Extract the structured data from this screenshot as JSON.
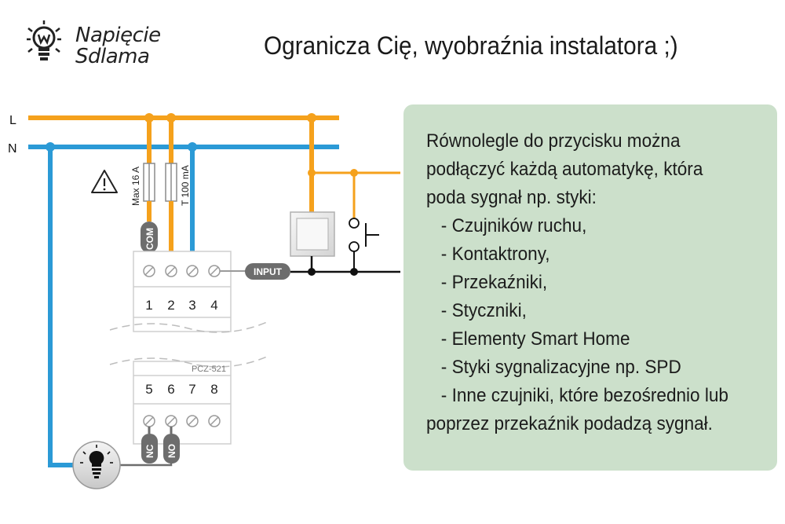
{
  "logo": {
    "line1": "Napięcie",
    "line2": "Sdlama",
    "icon": "lightbulb-w-icon"
  },
  "headline": "Ogranicza Cię, wyobraźnia instalatora ;)",
  "diagram": {
    "line_L": "L",
    "line_N": "N",
    "fuse_label_1": "Max 16 A",
    "fuse_label_2": "T 100 mA",
    "terminal_com": "COM",
    "terminal_input": "INPUT",
    "terminal_nc": "NC",
    "terminal_no": "NO",
    "top_numbers": [
      "1",
      "2",
      "3",
      "4"
    ],
    "bottom_numbers": [
      "5",
      "6",
      "7",
      "8"
    ],
    "device_model": "PCZ-521",
    "colors": {
      "phase": "#f5a11c",
      "neutral": "#2b9ad6",
      "signal": "#111111",
      "terminal_badge": "#6d6d6d"
    },
    "icons": [
      "warning-triangle-icon",
      "lamp-icon",
      "push-button-icon",
      "switch-module-icon"
    ]
  },
  "note": {
    "lines": [
      "Równolegle do przycisku można",
      "podłączyć każdą automatykę, która",
      "poda sygnał np. styki:",
      "   - Czujników ruchu,",
      "   - Kontaktrony,",
      "   - Przekaźniki,",
      "   - Styczniki,",
      "   - Elementy Smart Home",
      "   - Styki sygnalizacyjne np. SPD",
      "   - Inne czujniki, które bezośrednio lub",
      "poprzez przekaźnik podadzą sygnał."
    ]
  }
}
